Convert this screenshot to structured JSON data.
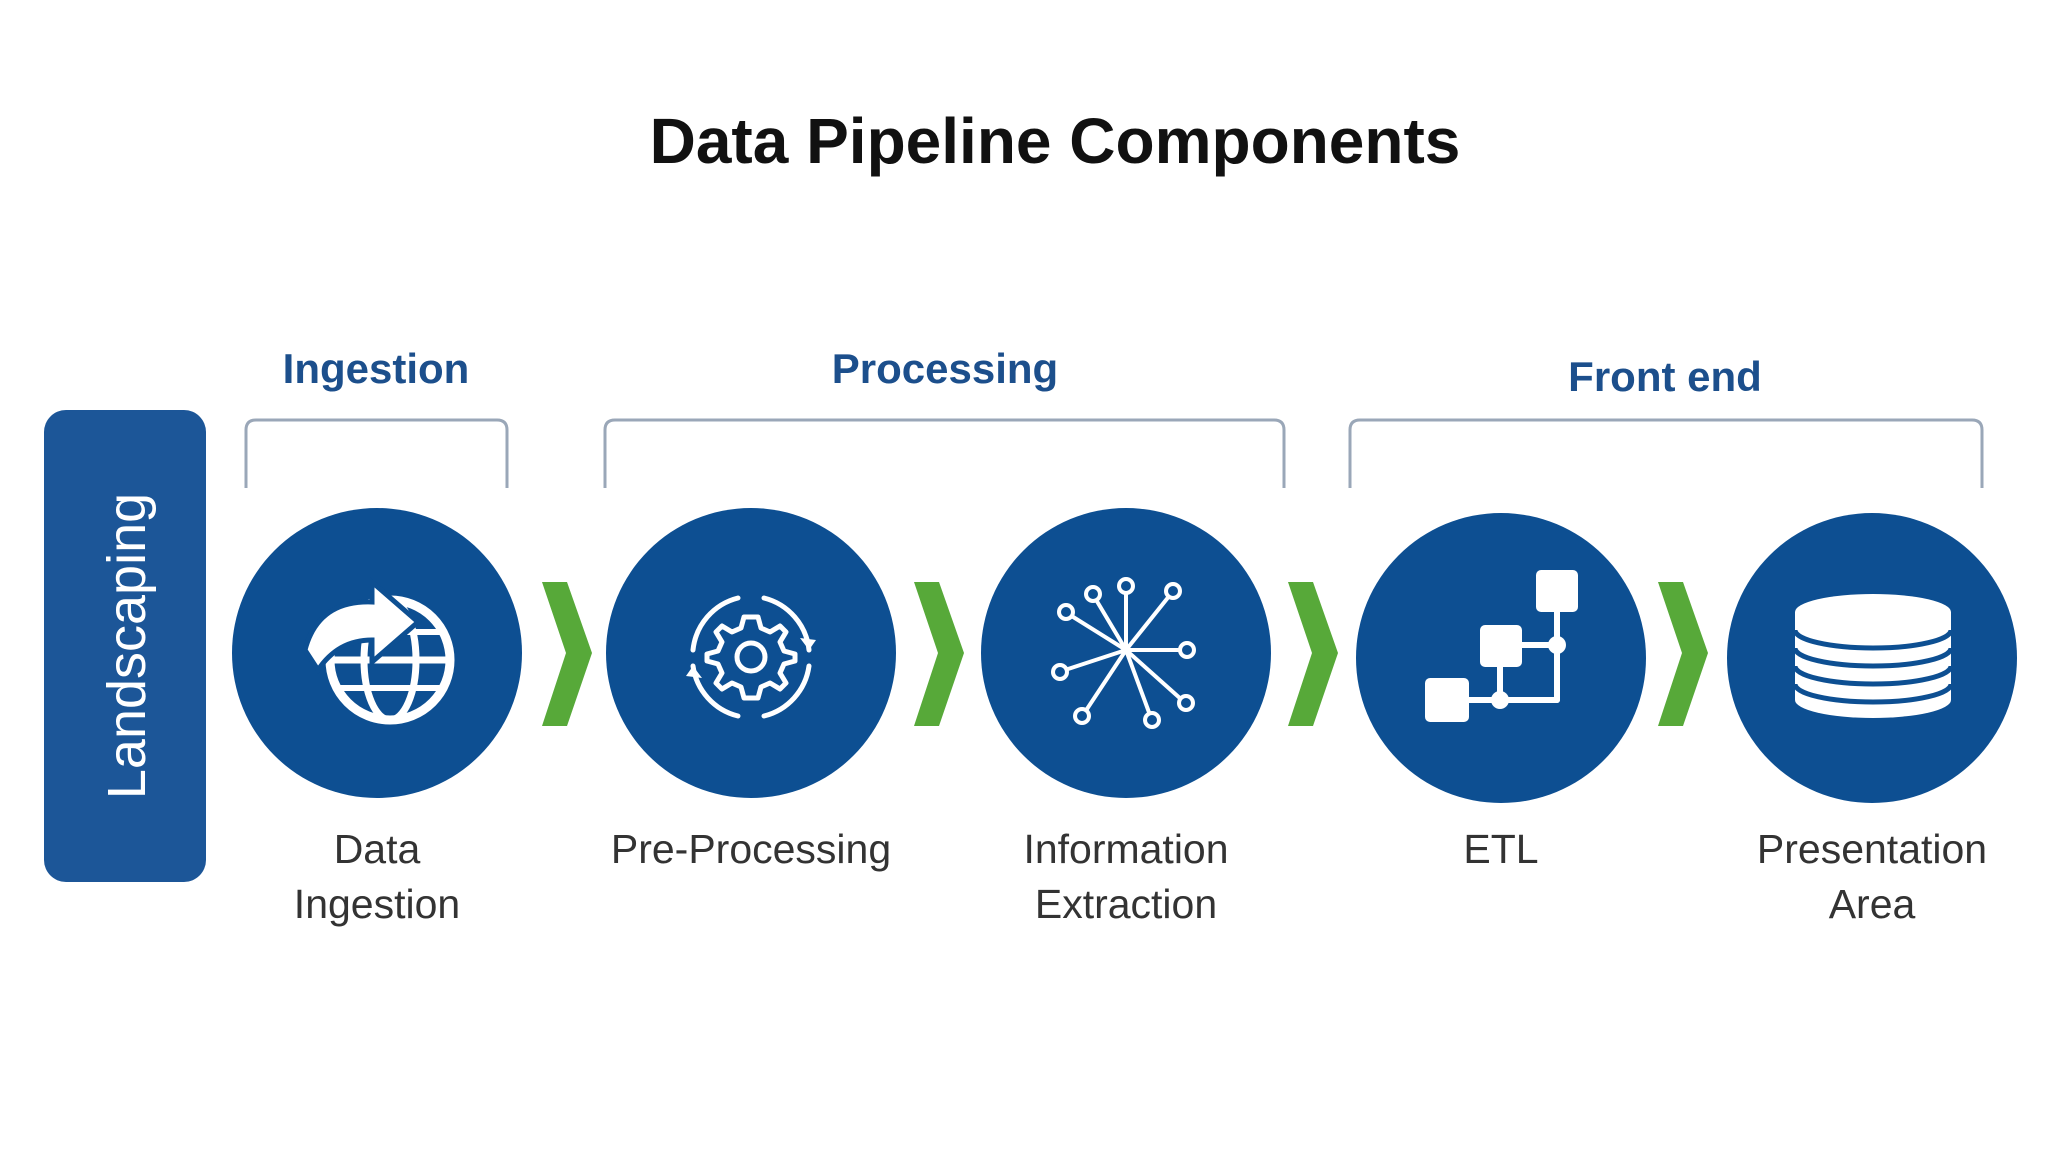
{
  "title": "Data Pipeline Components",
  "side_label": "Landscaping",
  "groups": [
    {
      "label": "Ingestion"
    },
    {
      "label": "Processing"
    },
    {
      "label": "Front end"
    }
  ],
  "steps": [
    {
      "line1": "Data",
      "line2": "Ingestion",
      "icon": "globe-arrow-icon"
    },
    {
      "line1": "Pre-Processing",
      "line2": "",
      "icon": "gear-cycle-icon"
    },
    {
      "line1": "Information",
      "line2": "Extraction",
      "icon": "network-hub-icon"
    },
    {
      "line1": "ETL",
      "line2": "",
      "icon": "flow-blocks-icon"
    },
    {
      "line1": "Presentation",
      "line2": "Area",
      "icon": "database-stack-icon"
    }
  ],
  "colors": {
    "circle": "#0d4f92",
    "side_box": "#1c5698",
    "arrow": "#57a939",
    "group_label": "#1c4f8c"
  }
}
